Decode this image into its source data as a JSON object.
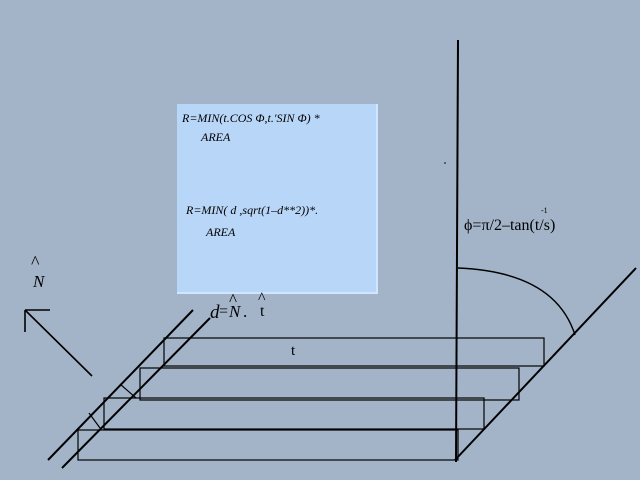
{
  "formulas": {
    "line1": "R=MIN(t.COS Φ,t.'SIN Φ) *",
    "line1_cont": "AREA",
    "line2": "R=MIN( d ,sqrt(1–d**2))*.",
    "line2_cont": "AREA"
  },
  "labels": {
    "normal_letter": "N",
    "normal_hat": "^",
    "dot_expr_d": "d",
    "dot_expr_eq": "=",
    "dot_expr_N": "N",
    "dot_expr_dot": ".",
    "dot_expr_t": "t",
    "hat_symbol": "^",
    "tangent_label": "t",
    "phi_formula": "ϕ=π/2–tan(t/s)",
    "inverse_exp": "-1"
  },
  "colors": {
    "background": "#a3b4c9",
    "formula_box": "#b8d6f7",
    "ink": "#000000"
  }
}
